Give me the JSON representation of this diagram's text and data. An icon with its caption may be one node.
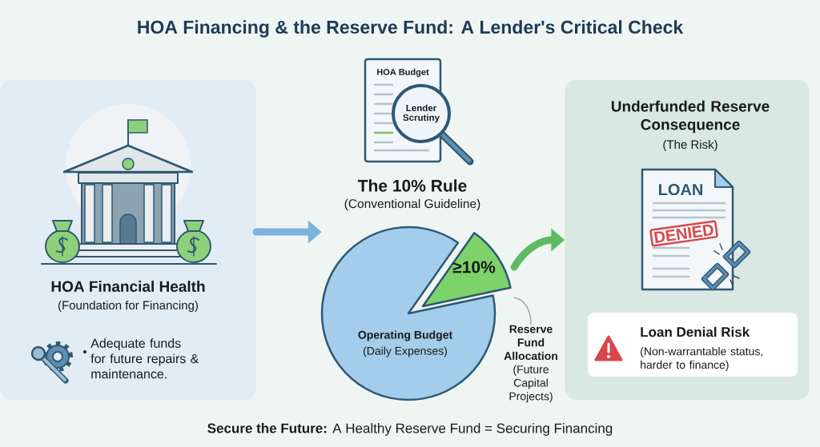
{
  "diagram": {
    "title": "HOA Financing & the Reserve Fund: A Lender's Critical Check",
    "caption": "**Secure the Future:** A Healthy Reserve Fund = Securing Financing",
    "nodes": [
      {
        "text": [
          "HOA Financial Health",
          "(Foundation for Financing)",
          "Adequate funds for future repairs & maintenance."
        ]
      },
      {
        "text": [
          "HOA Budget"
        ]
      },
      {
        "text": [
          "Lender Scrutiny"
        ]
      },
      {
        "text": [
          "Operating Budget",
          "(Daily Expenses)"
        ]
      },
      {
        "text": [
          "≥10%"
        ]
      },
      {
        "text": [
          "Reserve Fund Allocation",
          "(Future Capital Projects)"
        ]
      },
      {
        "text": [
          "Underfunded Reserve Consequence",
          "(The Risk)"
        ]
      },
      {
        "text": [
          "LOAN",
          "DENIED"
        ],
        "in": 6
      },
      {
        "text": [
          "Loan Denial Risk",
          "(Non-warrantable status, harder to finance)"
        ],
        "in": 6
      }
    ],
    "edges": [
      {
        "from": 0,
        "to": 3,
        "arrow": "to",
        "color": "#7fb3dc"
      },
      {
        "from": 4,
        "to": 6,
        "arrow": "to",
        "color": "#5dbb63"
      },
      {
        "from": 5,
        "to": 4,
        "arrow": "none",
        "color": "#9aaab4"
      }
    ],
    "labels": [
      "The 10% Rule",
      "(Conventional Guideline)"
    ]
  }
}
